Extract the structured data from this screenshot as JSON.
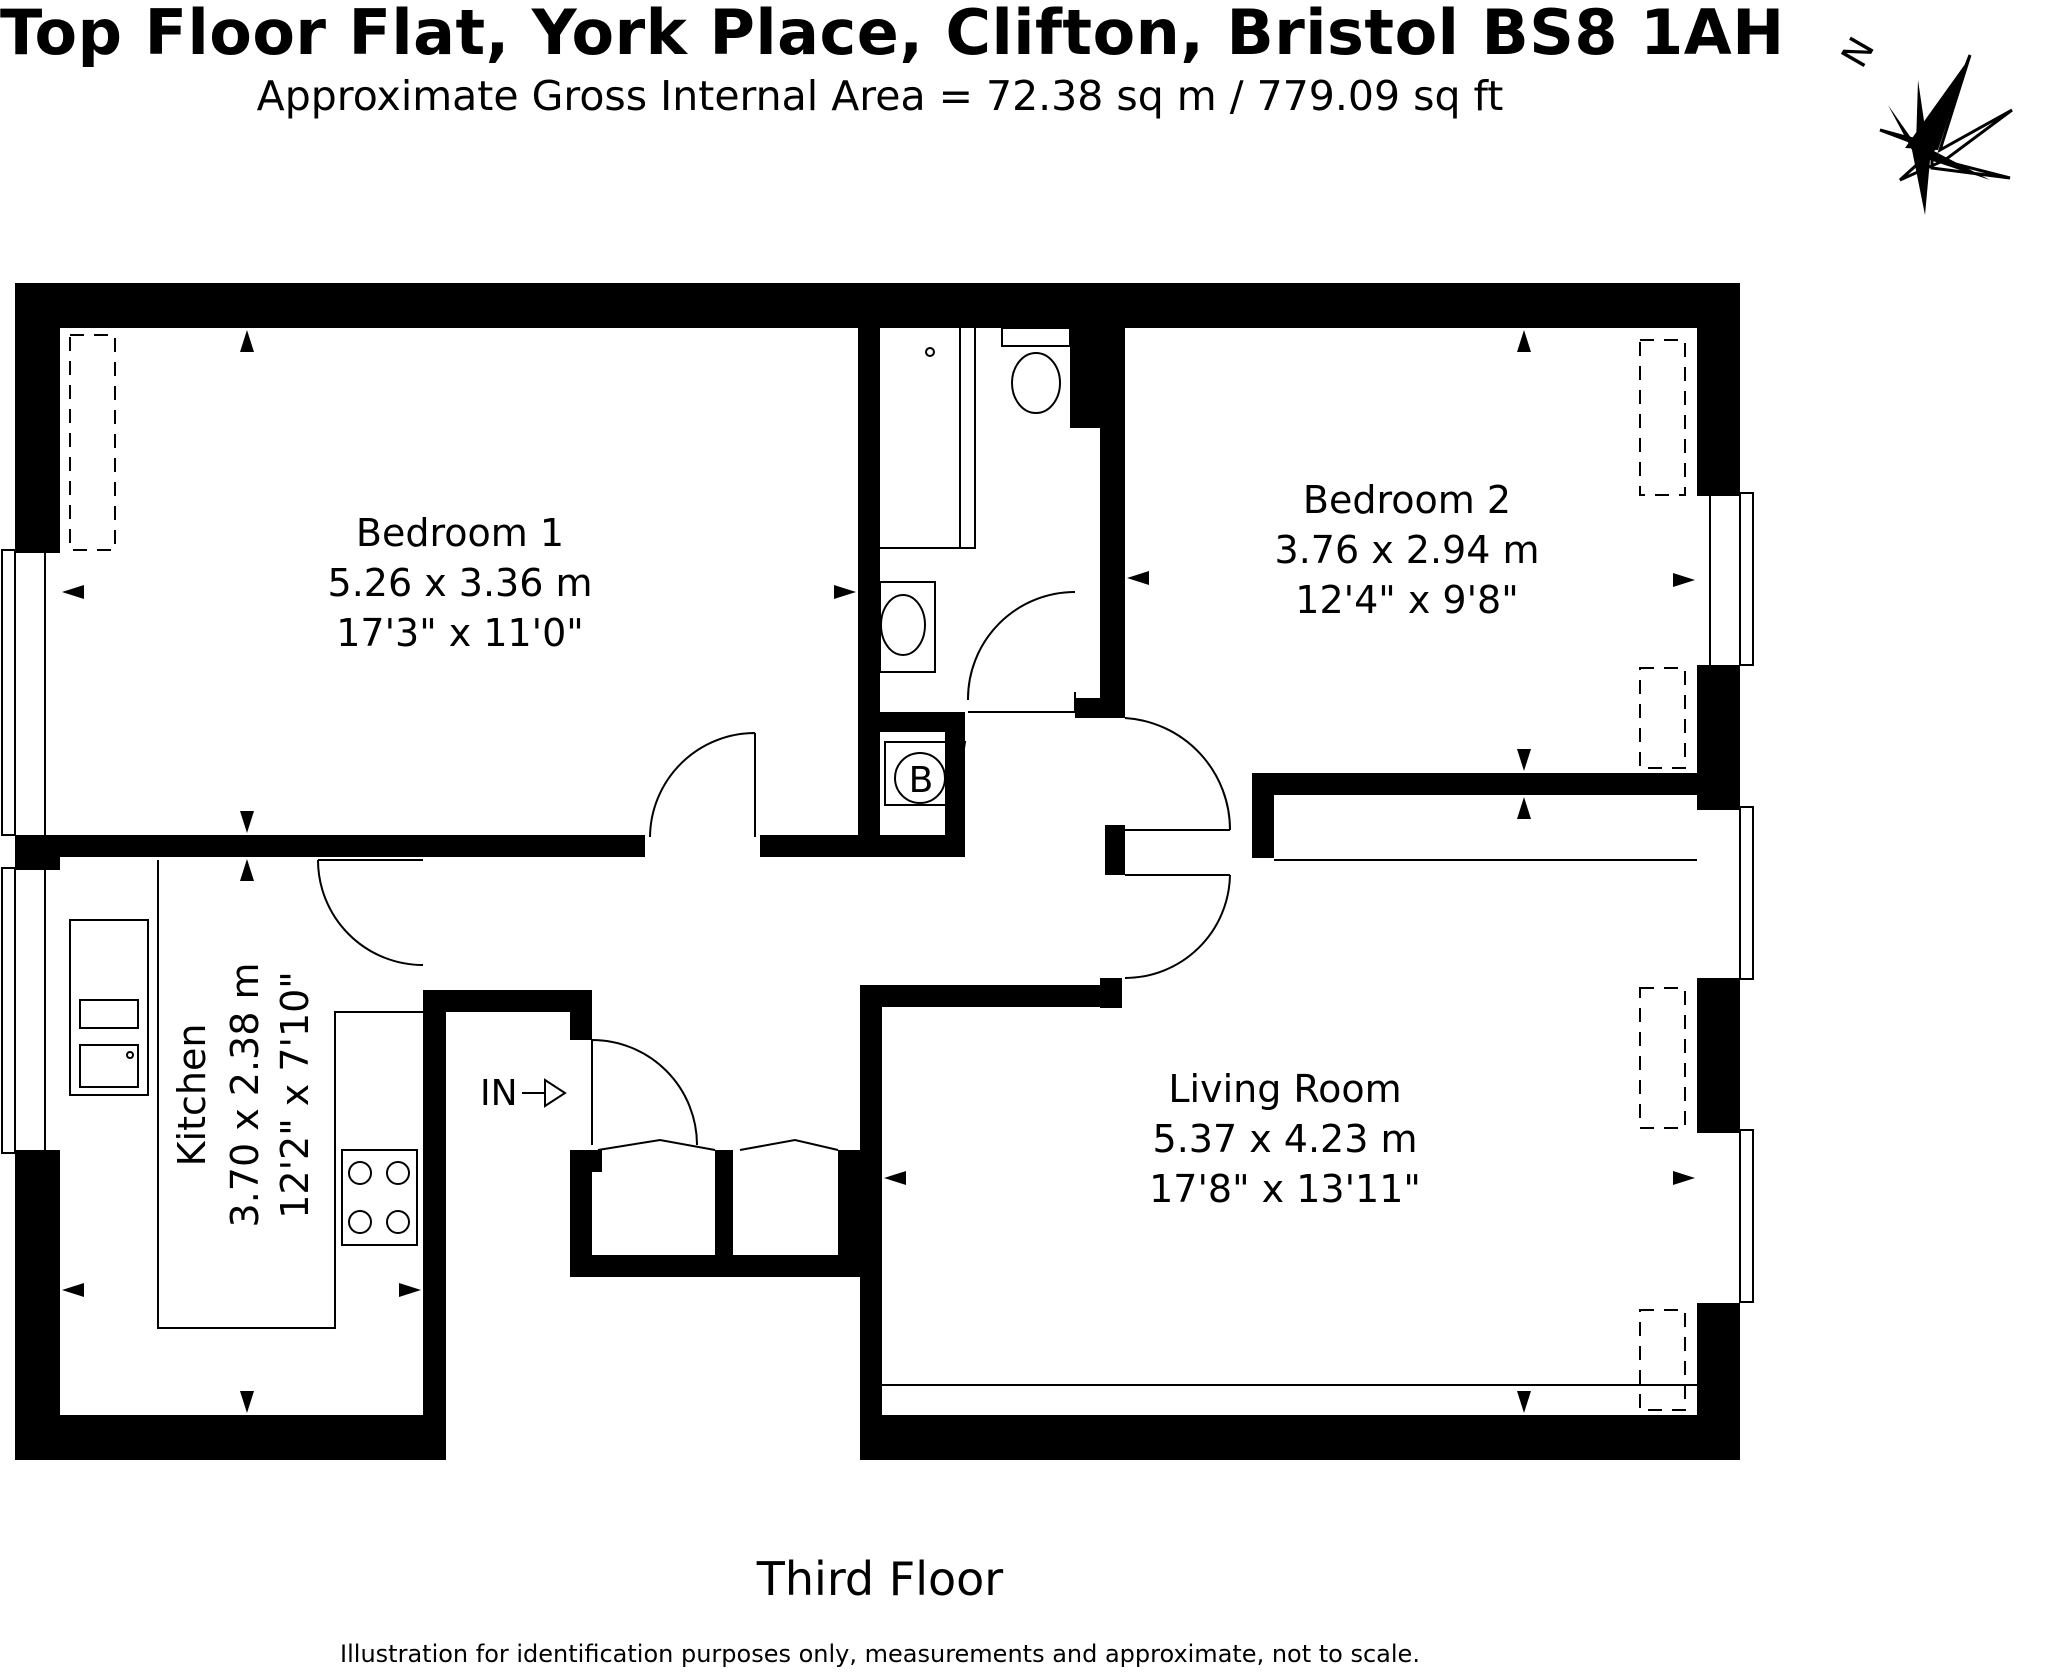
{
  "header": {
    "title": "Top Floor Flat, York Place, Clifton, Bristol BS8 1AH",
    "area": "Approximate Gross Internal Area = 72.38 sq m / 779.09 sq ft"
  },
  "compass": {
    "label": "N",
    "icon": "compass-star-icon"
  },
  "rooms": {
    "bedroom1": {
      "name": "Bedroom 1",
      "metric": "5.26 x 3.36 m",
      "imperial": "17'3\" x 11'0\""
    },
    "bedroom2": {
      "name": "Bedroom 2",
      "metric": "3.76 x 2.94 m",
      "imperial": "12'4\" x 9'8\""
    },
    "living": {
      "name": "Living Room",
      "metric": "5.37 x 4.23 m",
      "imperial": "17'8\" x 13'11\""
    },
    "kitchen": {
      "name": "Kitchen",
      "metric": "3.70 x 2.38 m",
      "imperial": "12'2\" x 7'10\""
    }
  },
  "labels": {
    "boiler": "B",
    "entrance": "IN"
  },
  "footer": {
    "floor": "Third Floor",
    "disclaimer": "Illustration for identification purposes only, measurements and approximate, not to scale."
  }
}
